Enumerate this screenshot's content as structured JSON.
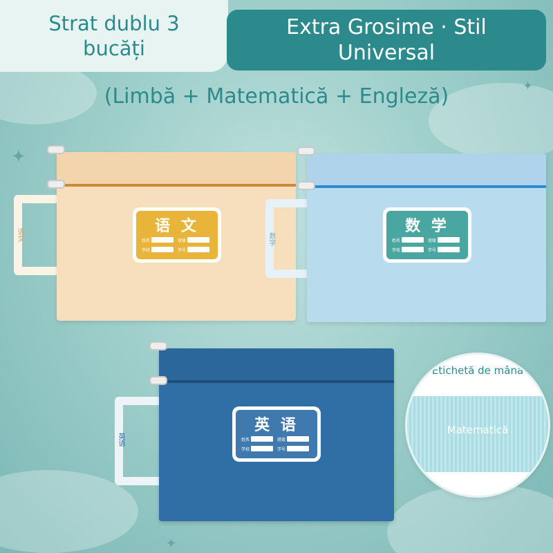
{
  "banner": {
    "left_text": "Strat dublu 3 bucăți",
    "right_text": "Extra Grosime · Stil Universal"
  },
  "subtitle": "(Limbă + Matematică + Engleză)",
  "bags": [
    {
      "name": "language",
      "label_text": "语 文",
      "handle_text": "语文",
      "colors": {
        "body": "#f7dfbd",
        "zip": "#c98a3a",
        "label": "#e8b53a"
      }
    },
    {
      "name": "math",
      "label_text": "数 学",
      "handle_text": "数学",
      "colors": {
        "body": "#b9dbee",
        "zip": "#2c8bd0",
        "label": "#4aa6a0"
      }
    },
    {
      "name": "english",
      "label_text": "英 语",
      "handle_text": "英语",
      "colors": {
        "body": "#2f6fa6",
        "zip": "#1d4f7d",
        "label": "#3f79ad"
      }
    }
  ],
  "label_fields": {
    "name": "姓名",
    "class": "班级",
    "school": "学校",
    "number": "学号"
  },
  "callout": {
    "title": "Etichetă de mână",
    "strap_text": "Matematică"
  }
}
